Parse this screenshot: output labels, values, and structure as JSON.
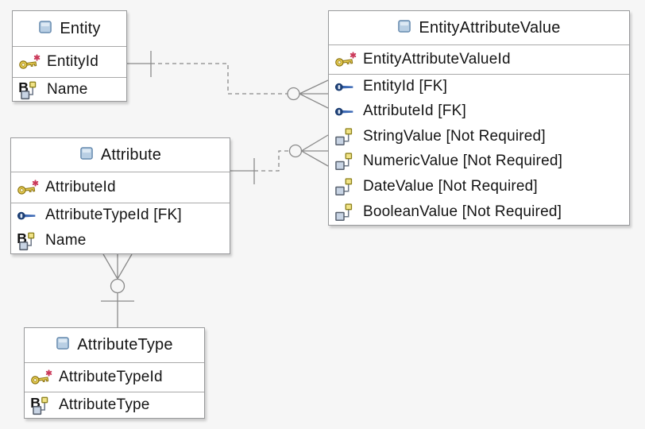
{
  "diagram": {
    "tables": [
      {
        "title": "Entity",
        "pk": [
          {
            "icon": "pk-key",
            "label": "EntityId"
          }
        ],
        "rows": [
          {
            "icon": "column-b",
            "label": "Name"
          }
        ]
      },
      {
        "title": "EntityAttributeValue",
        "pk": [
          {
            "icon": "pk-key",
            "label": "EntityAttributeValueId"
          }
        ],
        "rows": [
          {
            "icon": "fk-key",
            "label": "EntityId [FK]"
          },
          {
            "icon": "fk-key",
            "label": "AttributeId [FK]"
          },
          {
            "icon": "column",
            "label": "StringValue [Not Required]"
          },
          {
            "icon": "column",
            "label": "NumericValue [Not Required]"
          },
          {
            "icon": "column",
            "label": "DateValue [Not Required]"
          },
          {
            "icon": "column",
            "label": "BooleanValue [Not Required]"
          }
        ]
      },
      {
        "title": "Attribute",
        "pk": [
          {
            "icon": "pk-key",
            "label": "AttributeId"
          }
        ],
        "rows": [
          {
            "icon": "fk-key",
            "label": "AttributeTypeId [FK]"
          },
          {
            "icon": "column-b",
            "label": "Name"
          }
        ]
      },
      {
        "title": "AttributeType",
        "pk": [
          {
            "icon": "pk-key",
            "label": "AttributeTypeId"
          }
        ],
        "rows": [
          {
            "icon": "column-b",
            "label": "AttributeType"
          }
        ]
      }
    ],
    "relationships": [
      {
        "from": "Entity",
        "to": "EntityAttributeValue",
        "from_cardinality": "one",
        "to_cardinality": "zero-or-many",
        "line": "dashed"
      },
      {
        "from": "Attribute",
        "to": "EntityAttributeValue",
        "from_cardinality": "one",
        "to_cardinality": "zero-or-many",
        "line": "dashed"
      },
      {
        "from": "AttributeType",
        "to": "Attribute",
        "from_cardinality": "one",
        "to_cardinality": "zero-or-many",
        "line": "solid"
      }
    ],
    "colors": {
      "background": "#f6f6f6",
      "table_bg": "#ffffff",
      "table_border": "#999a9c",
      "separator": "#a9a9a9",
      "connector": "#8a8a8a",
      "text": "#141414",
      "pk_key_gold": "#e7cd52",
      "pk_asterisk_red": "#cb3a5a",
      "fk_key_blue_dark": "#1c3e73",
      "fk_key_blue": "#3c69b5",
      "column_square_blue": "#c8d4e4",
      "column_square_yellow": "#f1e387",
      "header_icon_blue": "#b9cfe4"
    }
  }
}
